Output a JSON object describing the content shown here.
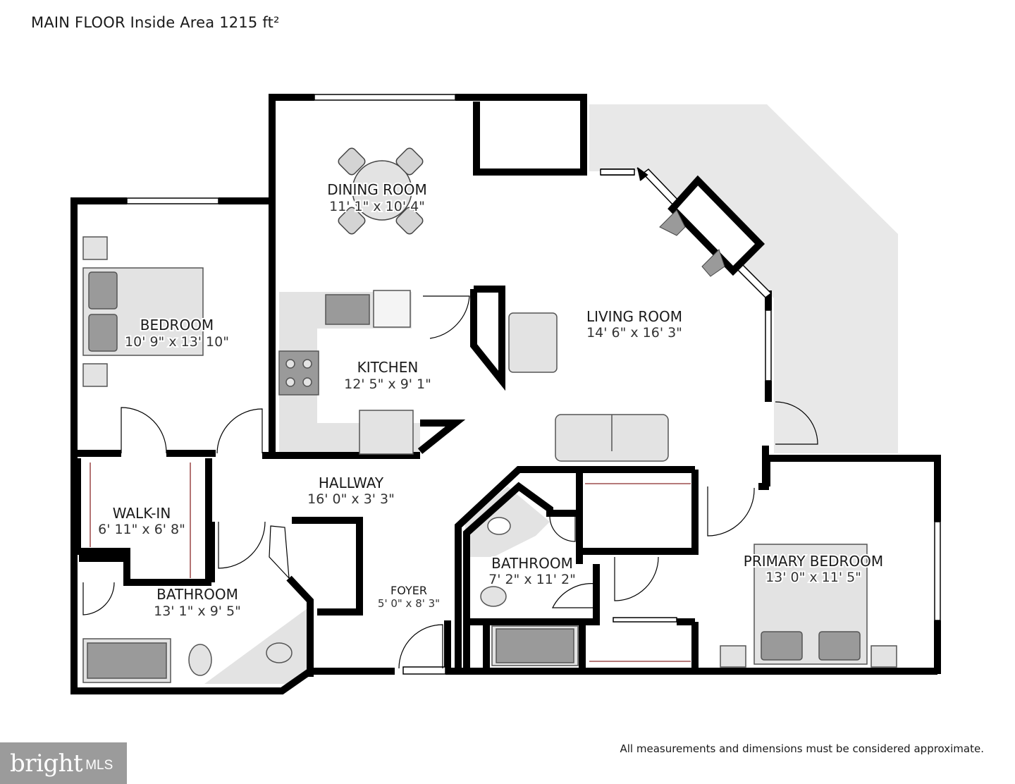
{
  "header": {
    "title": "MAIN FLOOR Inside Area 1215 ft²"
  },
  "disclaimer": "All measurements and dimensions must be considered approximate.",
  "logo": {
    "brand": "bright",
    "suffix": "MLS"
  },
  "rooms": {
    "dining": {
      "name": "DINING ROOM",
      "dims": "11' 1\" x 10' 4\""
    },
    "living": {
      "name": "LIVING ROOM",
      "dims": "14' 6\" x 16' 3\""
    },
    "bedroom": {
      "name": "BEDROOM",
      "dims": "10' 9\" x 13' 10\""
    },
    "kitchen": {
      "name": "KITCHEN",
      "dims": "12' 5\" x 9' 1\""
    },
    "hallway": {
      "name": "HALLWAY",
      "dims": "16' 0\" x 3' 3\""
    },
    "walkin": {
      "name": "WALK-IN",
      "dims": "6' 11\" x 6' 8\""
    },
    "bath_left": {
      "name": "BATHROOM",
      "dims": "13' 1\" x 9' 5\""
    },
    "foyer": {
      "name": "FOYER",
      "dims": "5' 0\" x 8' 3\""
    },
    "bath_mid": {
      "name": "BATHROOM",
      "dims": "7' 2\" x 11' 2\""
    },
    "primary": {
      "name": "PRIMARY BEDROOM",
      "dims": "13' 0\" x 11' 5\""
    }
  },
  "colors": {
    "wall": "#000000",
    "fixture": "#dcdcdc",
    "fixture_dark": "#9a9a9a",
    "exterior": "#e6e6e6"
  }
}
